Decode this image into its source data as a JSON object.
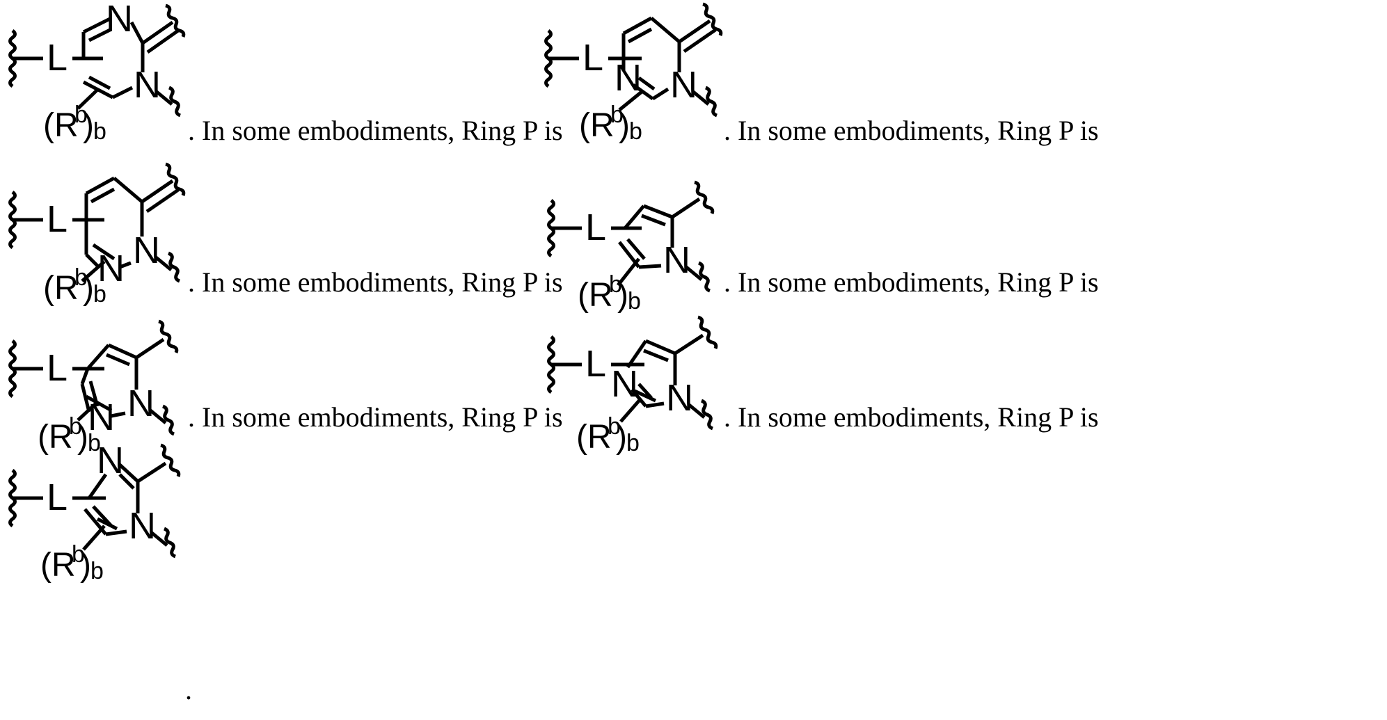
{
  "document": {
    "kind": "patent-chemical-structure-page",
    "background_color": "#ffffff",
    "ink_color": "#000000",
    "phrase_text": ". In some embodiments, Ring P is",
    "terminal_period": "."
  },
  "labels": {
    "linker": "L",
    "nitrogen": "N",
    "substituent_open": "(R",
    "substituent_super": "b",
    "substituent_close": ")",
    "substituent_sub": "b",
    "substituent_full": "(Rb)b"
  },
  "structures": [
    {
      "id": "structure-1",
      "position": "row-1-left",
      "ring_size": 6,
      "ring_name": "pyrazinone-type",
      "nitrogen_positions": [
        "top",
        "bottom-right"
      ],
      "linker_label": "L",
      "substituent_label": "(Rb)b",
      "attachment_points": 3
    },
    {
      "id": "structure-2",
      "position": "row-1-right",
      "ring_size": 6,
      "ring_name": "pyrimidinone-type",
      "nitrogen_positions": [
        "bottom-left",
        "bottom-right"
      ],
      "linker_label": "L",
      "substituent_label": "(Rb)b",
      "attachment_points": 3
    },
    {
      "id": "structure-3",
      "position": "row-2-left",
      "ring_size": 6,
      "ring_name": "pyridazinone-type",
      "nitrogen_positions": [
        "bottom",
        "bottom-right"
      ],
      "linker_label": "L",
      "substituent_label": "(Rb)b",
      "attachment_points": 3
    },
    {
      "id": "structure-4",
      "position": "row-2-right",
      "ring_size": 5,
      "ring_name": "pyrrole-type",
      "nitrogen_positions": [
        "bottom-right"
      ],
      "linker_label": "L",
      "substituent_label": "(Rb)b",
      "attachment_points": 3
    },
    {
      "id": "structure-5",
      "position": "row-3-left",
      "ring_size": 5,
      "ring_name": "pyrazole-type",
      "nitrogen_positions": [
        "bottom-left",
        "bottom-right"
      ],
      "linker_label": "L",
      "substituent_label": "(Rb)b",
      "attachment_points": 3
    },
    {
      "id": "structure-6",
      "position": "row-3-right",
      "ring_size": 5,
      "ring_name": "imidazole-type",
      "nitrogen_positions": [
        "left",
        "bottom-right"
      ],
      "linker_label": "L",
      "substituent_label": "(Rb)b",
      "attachment_points": 3
    },
    {
      "id": "structure-7",
      "position": "row-4-left",
      "ring_size": 5,
      "ring_name": "imidazole-type",
      "nitrogen_positions": [
        "top",
        "bottom-right"
      ],
      "linker_label": "L",
      "substituent_label": "(Rb)b",
      "attachment_points": 3
    }
  ],
  "phrases": [
    {
      "id": "phrase-1",
      "text": ". In some embodiments, Ring P is",
      "after": "structure-1"
    },
    {
      "id": "phrase-2",
      "text": ". In some embodiments, Ring P is",
      "after": "structure-2"
    },
    {
      "id": "phrase-3",
      "text": ". In some embodiments, Ring P is",
      "after": "structure-3"
    },
    {
      "id": "phrase-4",
      "text": ". In some embodiments, Ring P is",
      "after": "structure-4"
    },
    {
      "id": "phrase-5",
      "text": ". In some embodiments, Ring P is",
      "after": "structure-5"
    },
    {
      "id": "phrase-6",
      "text": ". In some embodiments, Ring P is",
      "after": "structure-6"
    },
    {
      "id": "phrase-7",
      "text": ".",
      "after": "structure-7"
    }
  ]
}
